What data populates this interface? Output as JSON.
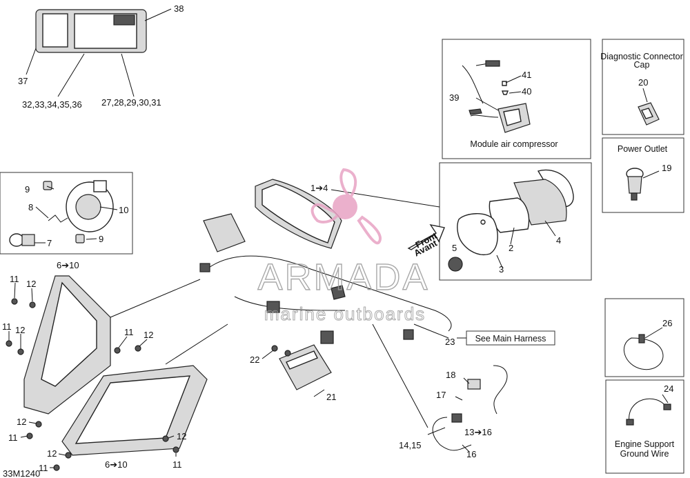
{
  "figure_code": "33M1240",
  "watermark": {
    "line1": "ARMADA",
    "line2": "marine outboards"
  },
  "callouts": {
    "c38": "38",
    "c37": "37",
    "c32_36": "32,33,34,35,36",
    "c27_31": "27,28,29,30,31",
    "c1_4": "1➔4",
    "c9a": "9",
    "c10": "10",
    "c8": "8",
    "c7": "7",
    "c9b": "9",
    "c6_10a": "6➔10",
    "c11a": "11",
    "c12a": "12",
    "c11b": "11",
    "c12b": "12",
    "c11c": "11",
    "c12c": "12",
    "c12d": "12",
    "c11d": "11",
    "c12e": "12",
    "c11e": "11",
    "c12f": "12",
    "c11f": "11",
    "c6_10b": "6➔10",
    "c22": "22",
    "c21": "21",
    "c23": "23",
    "c18": "18",
    "c17": "17",
    "c13_16": "13➔16",
    "c14_15": "14,15",
    "c16": "16",
    "c5": "5",
    "c3": "3",
    "c2": "2",
    "c4": "4",
    "c41": "41",
    "c40": "40",
    "c39": "39",
    "c20": "20",
    "c19": "19",
    "c26": "26",
    "c24": "24"
  },
  "front_arrow": {
    "line1": "Front",
    "line2": "Avant"
  },
  "see_main_harness": "See Main Harness",
  "boxes": {
    "module_air_compressor": "Module air compressor",
    "diagnostic_connector_cap_l1": "Diagnostic Connector",
    "diagnostic_connector_cap_l2": "Cap",
    "power_outlet": "Power Outlet",
    "engine_support_l1": "Engine Support",
    "engine_support_l2": "Ground Wire"
  },
  "colors": {
    "watermark_pink": "#e8a3c4",
    "watermark_gray": "#9a9a9a",
    "line": "#111111"
  }
}
